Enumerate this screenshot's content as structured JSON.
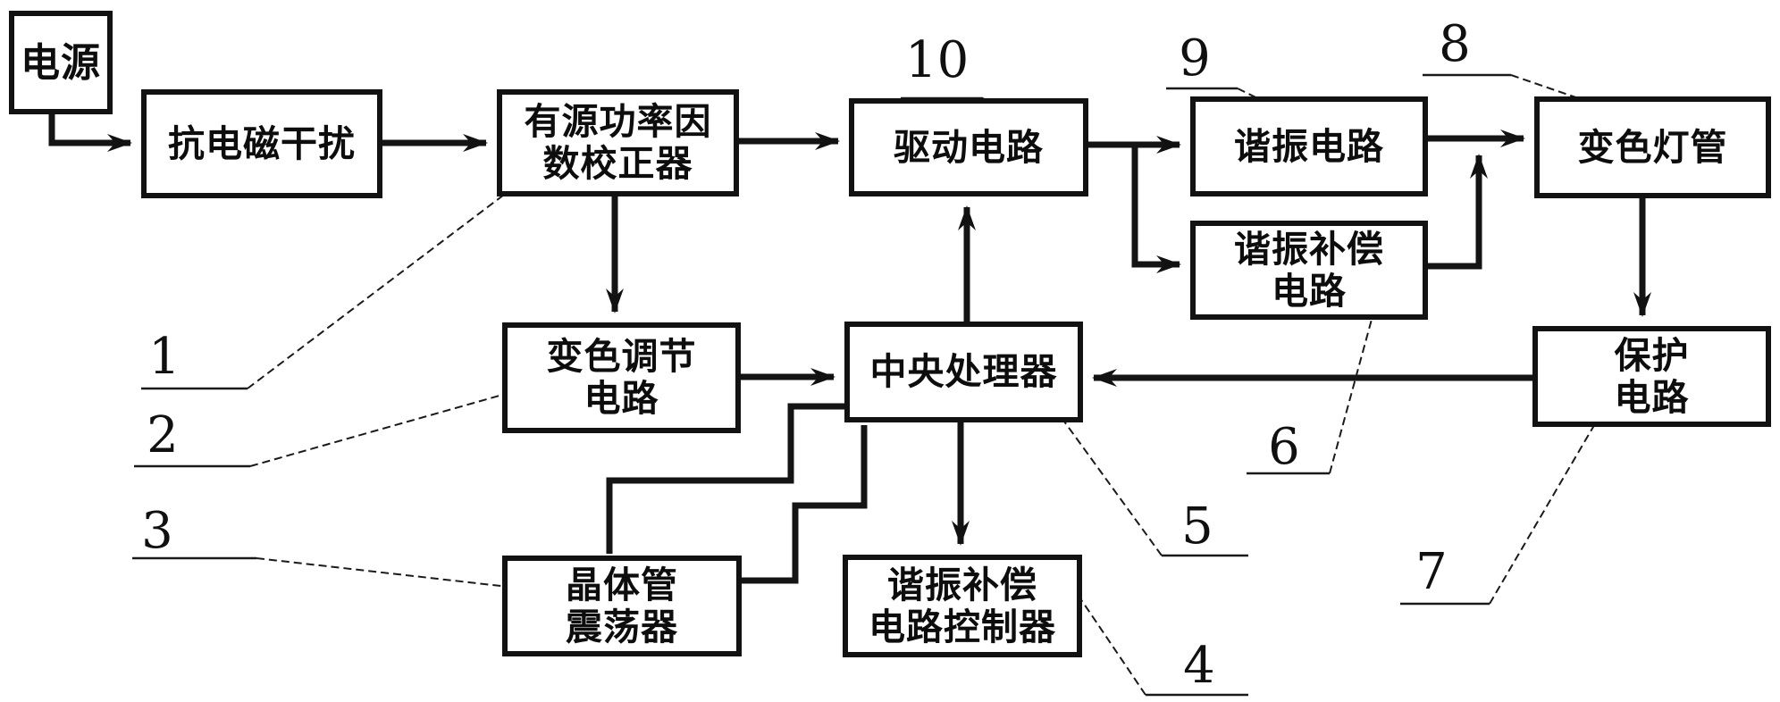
{
  "figure": {
    "background": "#ffffff",
    "ink": "#111111",
    "blocks": {
      "power": {
        "label": "电源"
      },
      "emi": {
        "label": "抗电磁干扰"
      },
      "pfc": {
        "line1": "有源功率因",
        "line2": "数校正器",
        "ref": "1"
      },
      "drive": {
        "label": "驱动电路",
        "ref": "10"
      },
      "resonant": {
        "label": "谐振电路",
        "ref": "9"
      },
      "lamp": {
        "label": "变色灯管",
        "ref": "8"
      },
      "res_comp": {
        "line1": "谐振补偿",
        "line2": "电路",
        "ref": "6"
      },
      "color_adj": {
        "line1": "变色调节",
        "line2": "电路",
        "ref": "2"
      },
      "cpu": {
        "label": "中央处理器",
        "ref": "5"
      },
      "protect": {
        "line1": "保护",
        "line2": "电路",
        "ref": "7"
      },
      "osc": {
        "line1": "晶体管",
        "line2": "震荡器",
        "ref": "3"
      },
      "res_ctrl": {
        "line1": "谐振补偿",
        "line2": "电路控制器",
        "ref": "4"
      }
    },
    "connections": [
      "电源 → 抗电磁干扰",
      "抗电磁干扰 → 有源功率因数校正器",
      "有源功率因数校正器 → 驱动电路",
      "有源功率因数校正器 → 变色调节电路",
      "驱动电路 → 谐振电路",
      "驱动电路 → 谐振补偿电路",
      "谐振电路 → 变色灯管",
      "谐振补偿电路 → 变色灯管",
      "变色灯管 → 保护电路",
      "保护电路 → 中央处理器",
      "变色调节电路 → 中央处理器",
      "中央处理器 → 驱动电路",
      "中央处理器 → 谐振补偿电路控制器",
      "中央处理器 — 晶体管震荡器",
      "晶体管震荡器 — 中央处理器"
    ]
  }
}
